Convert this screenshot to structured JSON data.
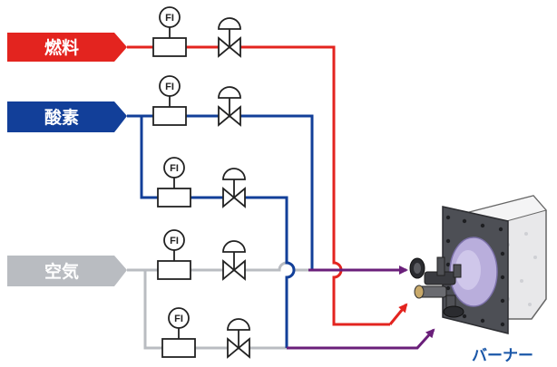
{
  "labels": {
    "fuel": "燃料",
    "oxygen": "酸素",
    "air": "空気",
    "burner": "バーナー"
  },
  "instrument_tag": "FI",
  "colors": {
    "fuel": "#e3241f",
    "oxygen": "#123f99",
    "air": "#b9bcc1",
    "mixed": "#6a1f7a"
  }
}
